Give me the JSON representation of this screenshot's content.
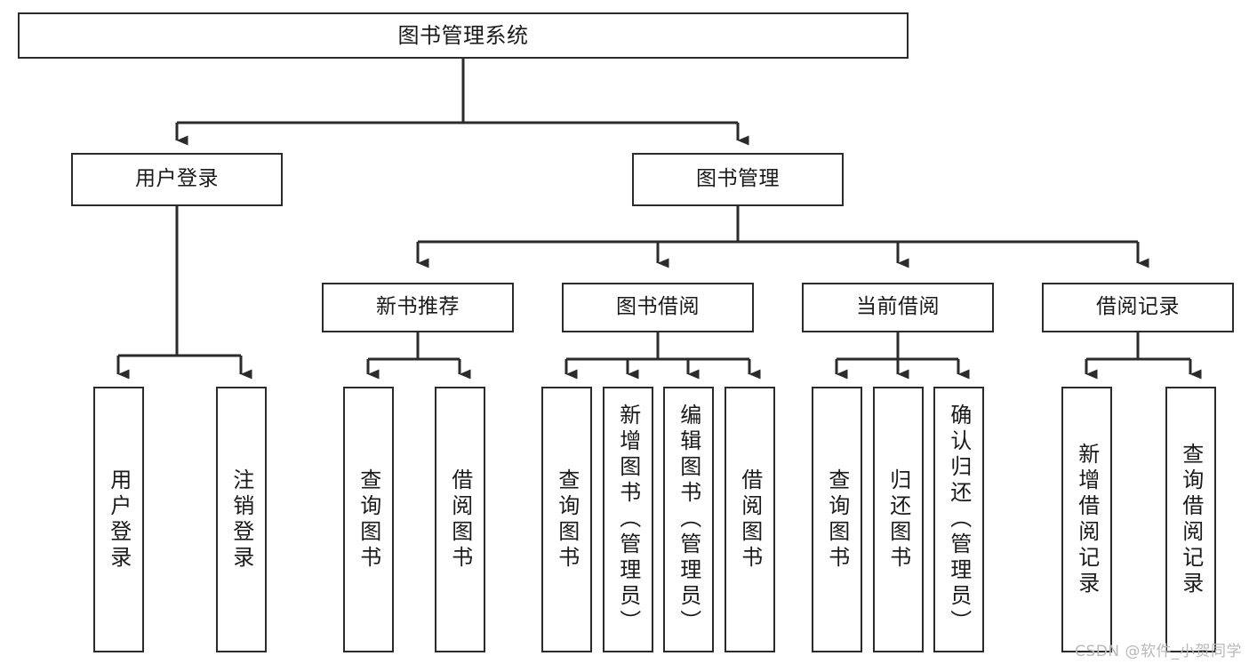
{
  "diagram": {
    "kind": "tree-hierarchy-chart",
    "title": "图书管理系统",
    "colors": {
      "box_border": "#2b2b2b",
      "box_fill": "#ffffff",
      "connector": "#2b2b2b",
      "text": "#1a1a1a",
      "watermark": "#b9b9b9",
      "background": "#ffffff"
    }
  },
  "watermark": {
    "text": "CSDN @软件_小贺同学"
  },
  "nodes": {
    "root": {
      "label": "图书管理系统"
    },
    "user_login": {
      "label": "用户登录"
    },
    "book_manage": {
      "label": "图书管理"
    },
    "new_book_rec": {
      "label": "新书推荐"
    },
    "book_borrow": {
      "label": "图书借阅"
    },
    "current_borrow": {
      "label": "当前借阅"
    },
    "borrow_record": {
      "label": "借阅记录"
    },
    "leaf_user_login": {
      "label": "用户登录"
    },
    "leaf_user_logout": {
      "label": "注销登录"
    },
    "leaf_rec_query": {
      "label": "查询图书"
    },
    "leaf_rec_borrow": {
      "label": "借阅图书"
    },
    "leaf_bb_query": {
      "label": "查询图书"
    },
    "leaf_bb_add": {
      "label": "新增图书（管理员）"
    },
    "leaf_bb_edit": {
      "label": "编辑图书（管理员）"
    },
    "leaf_bb_borrow": {
      "label": "借阅图书"
    },
    "leaf_cb_query": {
      "label": "查询图书"
    },
    "leaf_cb_return": {
      "label": "归还图书"
    },
    "leaf_cb_confirm": {
      "label": "确认归还（管理员）"
    },
    "leaf_br_add": {
      "label": "新增借阅记录"
    },
    "leaf_br_query": {
      "label": "查询借阅记录"
    }
  },
  "hierarchy": {
    "level1": [
      "root"
    ],
    "level2": [
      "user_login",
      "book_manage"
    ],
    "level3": [
      "new_book_rec",
      "book_borrow",
      "current_borrow",
      "borrow_record"
    ],
    "level4_groups": [
      {
        "parent": "user_login",
        "children": [
          "leaf_user_login",
          "leaf_user_logout"
        ]
      },
      {
        "parent": "new_book_rec",
        "children": [
          "leaf_rec_query",
          "leaf_rec_borrow"
        ]
      },
      {
        "parent": "book_borrow",
        "children": [
          "leaf_bb_query",
          "leaf_bb_add",
          "leaf_bb_edit",
          "leaf_bb_borrow"
        ]
      },
      {
        "parent": "current_borrow",
        "children": [
          "leaf_cb_query",
          "leaf_cb_return",
          "leaf_cb_confirm"
        ]
      },
      {
        "parent": "borrow_record",
        "children": [
          "leaf_br_add",
          "leaf_br_query"
        ]
      }
    ]
  }
}
